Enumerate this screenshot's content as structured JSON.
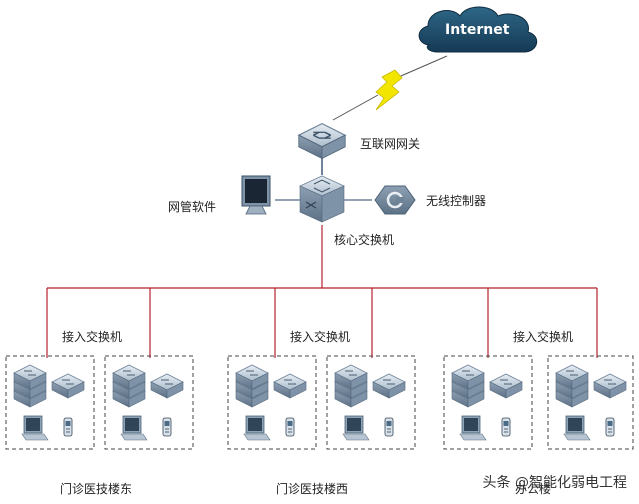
{
  "cloud": {
    "label": "Internet"
  },
  "gateway": {
    "label": "互联网网关"
  },
  "core": {
    "label": "核心交换机"
  },
  "nms": {
    "label": "网管软件"
  },
  "wlc": {
    "label": "无线控制器"
  },
  "access_groups": [
    {
      "label": "接入交换机",
      "building": "门诊医技楼东"
    },
    {
      "label": "接入交换机",
      "building": "门诊医技楼西"
    },
    {
      "label": "接入交换机",
      "building": "办公楼"
    }
  ],
  "watermark": "头条 @智能化弱电工程",
  "colors": {
    "cloud": "#1f4a66",
    "lightning": "#f2e600",
    "link": "#b3212f",
    "device_face": "#a9b9c9",
    "device_side": "#6f8499",
    "dash": "#444444"
  }
}
